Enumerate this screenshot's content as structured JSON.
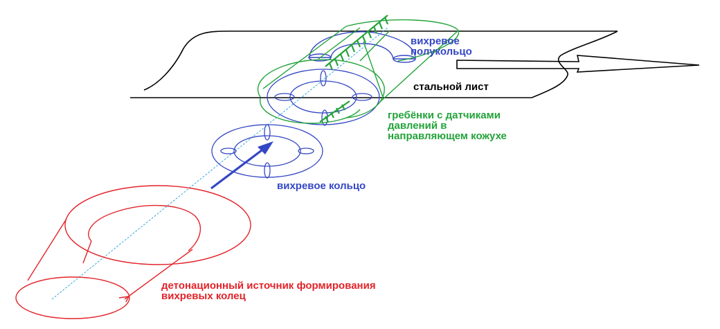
{
  "labels": {
    "vortex_half_ring": [
      "вихревое",
      "полукольцо"
    ],
    "steel_sheet": "стальной лист",
    "combs": [
      "гребёнки с датчиками",
      "давлений в",
      "направляющем кожухе"
    ],
    "vortex_ring": "вихревое кольцо",
    "source": [
      "детонационный источник формирования",
      "вихревых колец"
    ]
  },
  "colors": {
    "red": "#e2232a",
    "blue": "#3347c4",
    "green": "#23a33a",
    "black": "#000000",
    "axis": "#39a9e0"
  }
}
